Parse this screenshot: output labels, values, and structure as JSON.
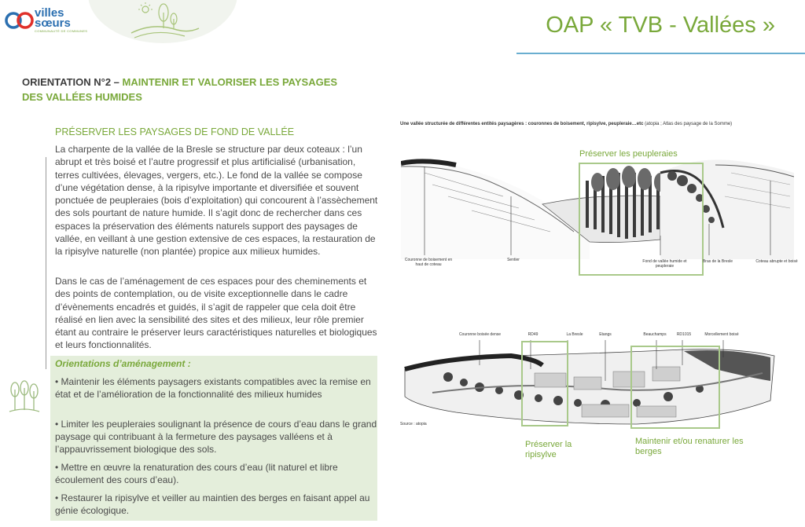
{
  "header": {
    "logo_line1": "villes",
    "logo_line2": "sœurs",
    "logo_sub": "COMMUNAUTÉ DE COMMUNES",
    "title": "OAP « TVB - Vallées »"
  },
  "heading": {
    "prefix": "ORIENTATION N°2 – ",
    "line1": "MAINTENIR ET VALORISER LES PAYSAGES",
    "line2": "DES VALLÉES HUMIDES"
  },
  "section": {
    "subhead": "PRÉSERVER LES PAYSAGES DE FOND DE VALLÉE",
    "para1": "La charpente de la vallée de la Bresle se structure par deux coteaux : l’un abrupt et très boisé et l’autre progressif et plus artificialisé (urbanisation, terres cultivées, élevages, vergers, etc.). Le fond de la vallée se compose d’une végétation dense, à la ripisylve importante et diversifiée et souvent ponctuée de peupleraies (bois d’exploitation) qui concourent à l’assèchement des sols pourtant de nature humide. Il s’agit donc de rechercher dans ces espaces la préservation des éléments naturels support des paysages de vallée, en veillant à une gestion extensive de ces espaces, la restauration de la ripisylve naturelle (non plantée) propice aux milieux humides.",
    "para2": "Dans le cas de l’aménagement de ces espaces pour des cheminements et des points de contemplation, ou de visite exceptionnelle dans le cadre d’évènements encadrés et guidés, il s’agit de rappeler que cela doit être réalisé en lien avec la sensibilité des sites et des milieux, leur rôle premier étant au contraire le préserver leurs caractéristiques naturelles et biologiques et leurs fonctionnalités."
  },
  "orientations": {
    "title": "Orientations d’aménagement :",
    "bullets": [
      "• Maintenir les éléments paysagers existants compatibles avec la remise en état et de l’amélioration de la fonctionnalité des milieux humides",
      "• Limiter les peupleraies soulignant la présence de cours d’eau dans le grand paysage qui contribuant à la fermeture des paysages valléens et à l’appauvrissement biologique des sols.",
      "• Mettre en œuvre la renaturation des cours d’eau (lit naturel et libre écoulement des cours d’eau).",
      "• Restaurer la ripisylve et veiller au maintien des berges en faisant appel au génie écologique."
    ]
  },
  "figure1": {
    "caption_bold": "Une vallée structurée de différentes entités paysagères : couronnes de boisement, ripisylve, peupleraie…etc",
    "caption_rest": " (atopia ; Atlas des paysage de la Somme)",
    "box_label": "Préserver les peupleraies",
    "labels": {
      "couronne": "Couronne de boisement en haut de coteau",
      "sentier": "Sentier",
      "fond": "Fond de vallée humide et peupleraie",
      "bras": "Bras de la Bresle",
      "coteau": "Coteau abrupte et boisé"
    }
  },
  "figure2": {
    "labels": {
      "couronne_dense": "Couronne boisée dense",
      "rd49": "RD49",
      "bresle": "La Bresle",
      "etangs": "Etangs",
      "beauchamps": "Beauchamps",
      "rd1015": "RD1015",
      "morcellement": "Morcellement boisé"
    },
    "source": "Source : atopia",
    "box1_label": "Préserver la ripisylve",
    "box2_label": "Maintenir et/ou renaturer les berges"
  },
  "colors": {
    "accent_green": "#79a83a",
    "box_green": "#a9c98a",
    "panel_green": "#e4eedb",
    "rule_blue": "#6aaed0"
  }
}
